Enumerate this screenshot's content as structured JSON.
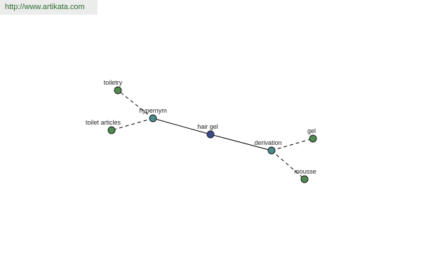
{
  "banner": {
    "url": "http://www.artikata.com"
  },
  "graph": {
    "nodes": [
      {
        "id": "hair-gel",
        "label": "hair gel",
        "kind": "center",
        "color": "#3c4a8a"
      },
      {
        "id": "hypernym",
        "label": "hypernym",
        "kind": "relation",
        "color": "#4a8a8a"
      },
      {
        "id": "derivation",
        "label": "derivation",
        "kind": "relation",
        "color": "#4a8a8a"
      },
      {
        "id": "toiletry",
        "label": "toiletry",
        "kind": "leaf",
        "color": "#4f8a4f"
      },
      {
        "id": "toilet-articles",
        "label": "toilet articles",
        "kind": "leaf",
        "color": "#4f8a4f"
      },
      {
        "id": "gel",
        "label": "gel",
        "kind": "leaf",
        "color": "#4f8a4f"
      },
      {
        "id": "mousse",
        "label": "mousse",
        "kind": "leaf",
        "color": "#4f8a4f"
      }
    ],
    "edges": [
      {
        "from": "hair-gel",
        "to": "hypernym",
        "style": "solid"
      },
      {
        "from": "hair-gel",
        "to": "derivation",
        "style": "solid"
      },
      {
        "from": "hypernym",
        "to": "toiletry",
        "style": "dashed"
      },
      {
        "from": "hypernym",
        "to": "toilet-articles",
        "style": "dashed"
      },
      {
        "from": "derivation",
        "to": "gel",
        "style": "dashed"
      },
      {
        "from": "derivation",
        "to": "mousse",
        "style": "dashed"
      }
    ]
  }
}
